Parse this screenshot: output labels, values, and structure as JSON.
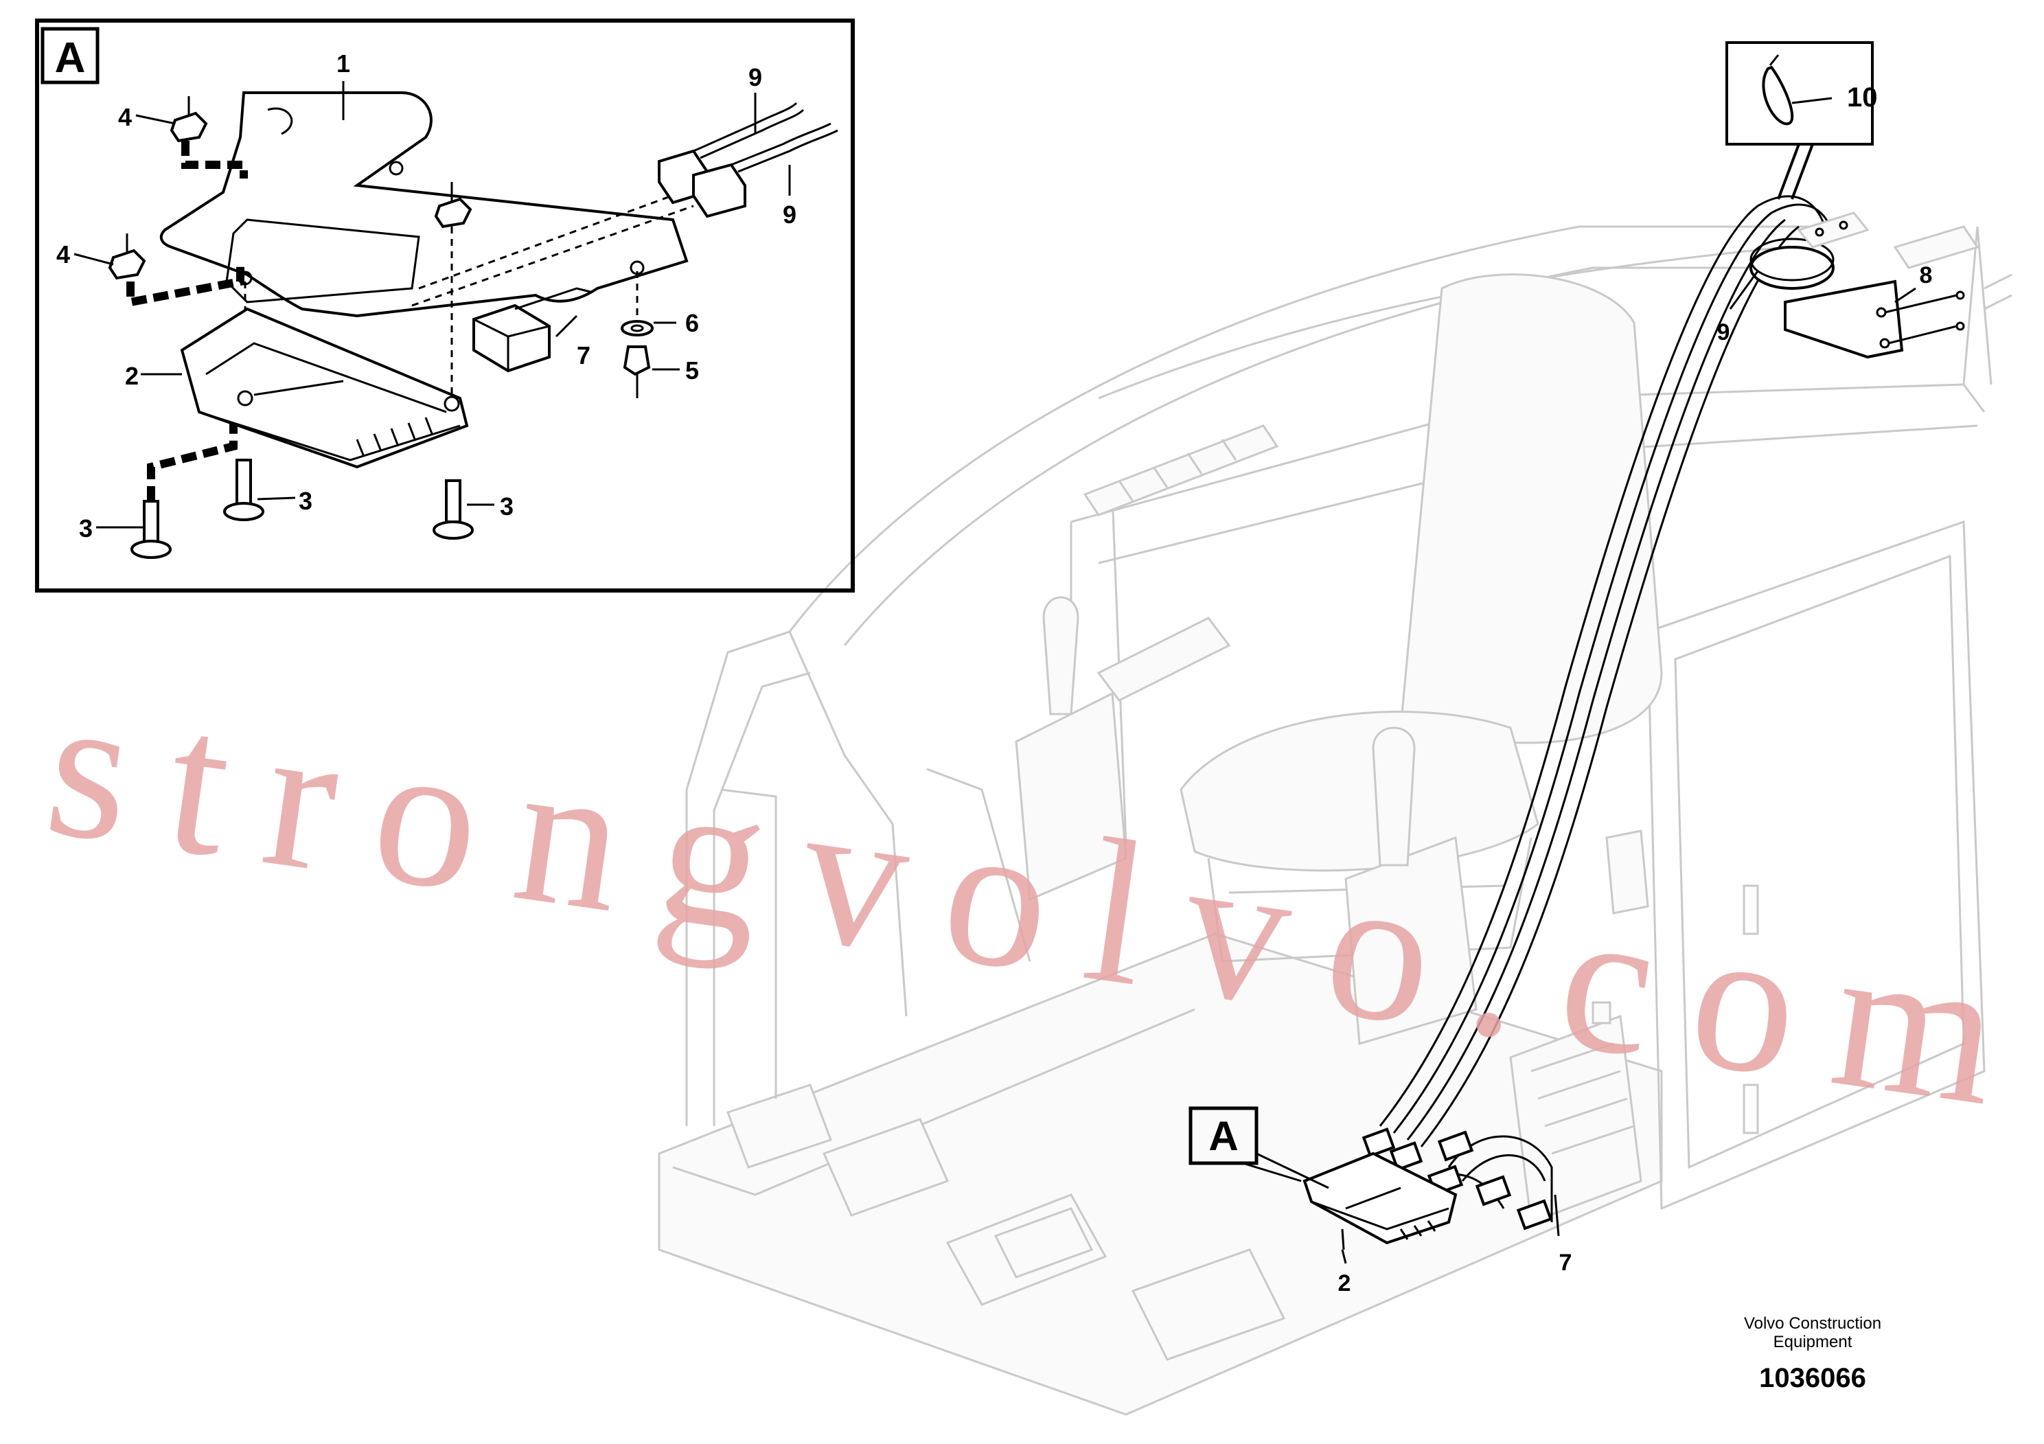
{
  "detail_label": "A",
  "callout_label": "A",
  "detail_callouts": {
    "c1": "1",
    "c2": "2",
    "c3a": "3",
    "c3b": "3",
    "c3c": "3",
    "c4a": "4",
    "c4b": "4",
    "c5": "5",
    "c6": "6",
    "c7": "7",
    "c9a": "9",
    "c9b": "9"
  },
  "cab_callouts": {
    "c2": "2",
    "c7": "7",
    "c8": "8",
    "c9": "9",
    "c10": "10"
  },
  "watermark": "strongvolvo.com",
  "brand_line1": "Volvo Construction",
  "brand_line2": "Equipment",
  "drawing_number": "1036066"
}
